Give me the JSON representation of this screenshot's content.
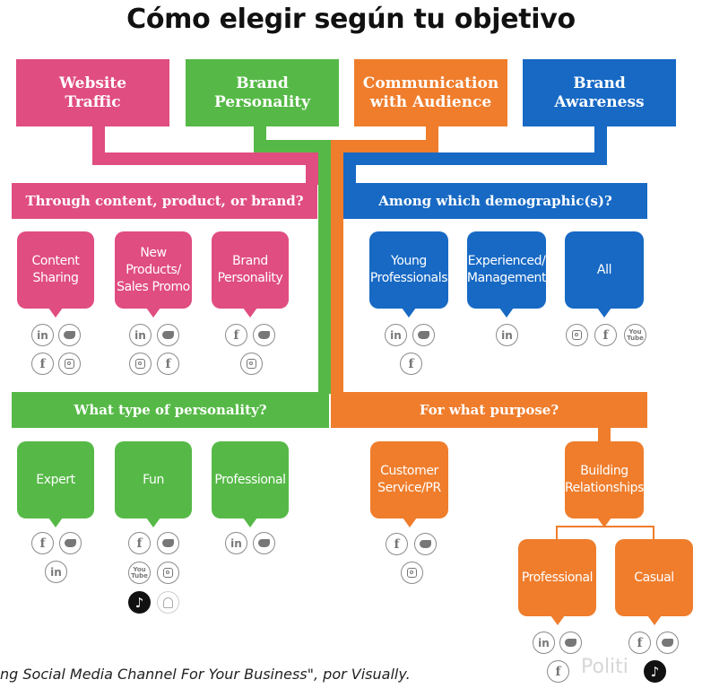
{
  "title": "Cómo elegir según tu objetivo",
  "colors": {
    "pink": "#e04d80",
    "green": "#56b947",
    "orange": "#ef7d2c",
    "blue": "#1769c4"
  },
  "objectives": [
    {
      "label": "Website\nTraffic",
      "color": "pink"
    },
    {
      "label": "Brand\nPersonality",
      "color": "green"
    },
    {
      "label": "Communication\nwith Audience",
      "color": "orange"
    },
    {
      "label": "Brand\nAwareness",
      "color": "blue"
    }
  ],
  "questions": {
    "content": "Through content, product, or brand?",
    "demographic": "Among which demographic(s)?",
    "personality": "What type of personality?",
    "purpose": "For what purpose?"
  },
  "cards": {
    "content_sharing": {
      "label": "Content\nSharing",
      "icons": [
        "in",
        "tw",
        "f",
        "ig"
      ]
    },
    "new_products": {
      "label": "New Products/\nSales Promo",
      "icons": [
        "in",
        "tw",
        "ig",
        "f"
      ]
    },
    "brand_personality": {
      "label": "Brand\nPersonality",
      "icons": [
        "f",
        "tw",
        "ig"
      ]
    },
    "young_professionals": {
      "label": "Young\nProfessionals",
      "icons": [
        "in",
        "tw",
        "f"
      ]
    },
    "experienced": {
      "label": "Experienced/\nManagement",
      "icons": [
        "in"
      ]
    },
    "all": {
      "label": "All",
      "icons": [
        "ig",
        "f",
        "yt"
      ]
    },
    "expert": {
      "label": "Expert",
      "icons": [
        "f",
        "tw",
        "in"
      ]
    },
    "fun": {
      "label": "Fun",
      "icons": [
        "f",
        "tw",
        "yt",
        "ig",
        "tt",
        "sc"
      ]
    },
    "professional": {
      "label": "Professional",
      "icons": [
        "in",
        "tw"
      ]
    },
    "customer_service": {
      "label": "Customer\nService/PR",
      "icons": [
        "f",
        "tw",
        "ig"
      ]
    },
    "building_relationships": {
      "label": "Building\nRelationships",
      "icons": []
    },
    "rel_professional": {
      "label": "Professional",
      "icons": [
        "in",
        "tw",
        "f"
      ]
    },
    "rel_casual": {
      "label": "Casual",
      "icons": [
        "f",
        "tw",
        "tt"
      ]
    }
  },
  "icon_names": {
    "in": "linkedin-icon",
    "tw": "twitter-icon",
    "f": "facebook-icon",
    "ig": "instagram-icon",
    "yt": "youtube-icon",
    "tt": "tiktok-icon",
    "sc": "snapchat-icon"
  },
  "footer": "ng Social Media Channel For Your Business\", por Visually.",
  "watermark": "Politi"
}
